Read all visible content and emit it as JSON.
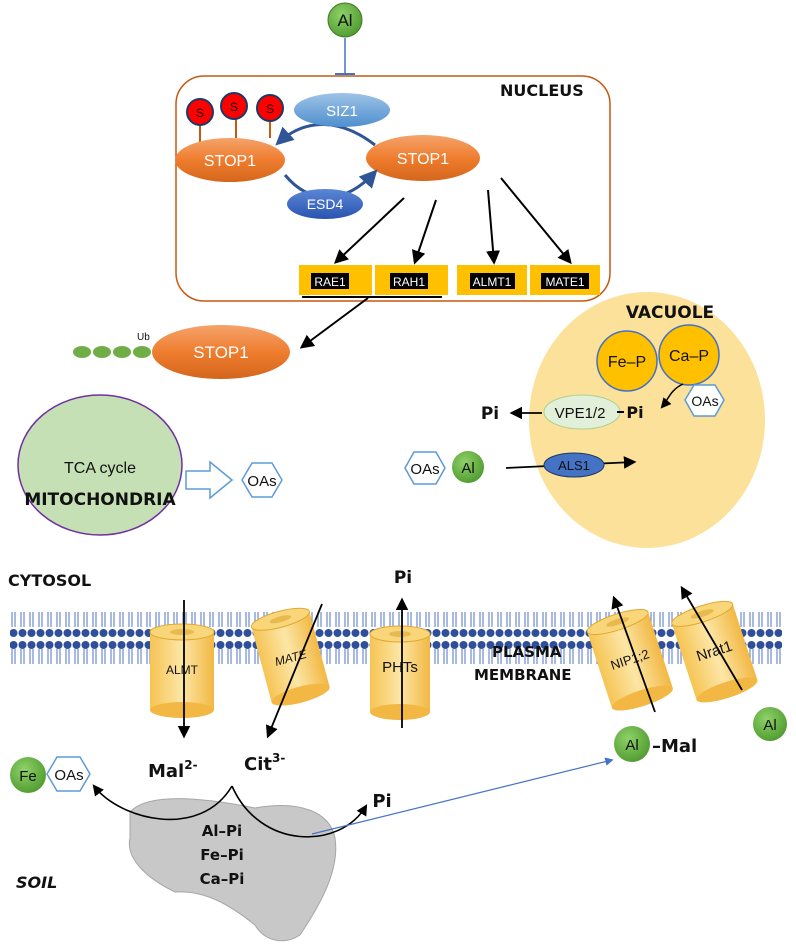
{
  "inhibitor": {
    "label": "Al"
  },
  "nucleus": {
    "title": "NUCLEUS",
    "siz1": "SIZ1",
    "esd4": "ESD4",
    "stop1_left": "STOP1",
    "stop1_right": "STOP1",
    "sumo_label": "S",
    "genes": [
      "RAE1",
      "RAH1",
      "ALMT1",
      "MATE1"
    ]
  },
  "degradation": {
    "ub_label": "Ub",
    "stop1": "STOP1"
  },
  "mitochondria": {
    "title": "MITOCHONDRIA",
    "cycle": "TCA cycle",
    "product": "OAs"
  },
  "vacuole": {
    "title": "VACUOLE",
    "fe_p": "Fe–P",
    "ca_p": "Ca–P",
    "oas": "OAs",
    "vpe": "VPE1/2",
    "pi_inside": "Pi",
    "pi_out": "Pi",
    "als1": "ALS1",
    "cyto_oas": "OAs",
    "cyto_al": "Al"
  },
  "cytosol": {
    "title": "CYTOSOL"
  },
  "membrane": {
    "title_line1": "PLASMA",
    "title_line2": "MEMBRANE",
    "transporters": [
      "ALMT",
      "MATE",
      "PHTs",
      "NIP1;2",
      "Nrat1"
    ],
    "pi_top": "Pi"
  },
  "exudates": {
    "mal": "Mal",
    "mal_charge": "2-",
    "cit": "Cit",
    "cit_charge": "3-",
    "pi": "Pi",
    "fe": "Fe",
    "oas": "OAs",
    "al_mal_al": "Al",
    "al_mal_mal": "–Mal",
    "free_al": "Al"
  },
  "soil": {
    "title": "SOIL",
    "complexes": [
      "Al–Pi",
      "Fe–Pi",
      "Ca–Pi"
    ]
  },
  "colors": {
    "stop1": "#ef7d2e",
    "siz1": "#5b9bd5",
    "esd4": "#2e5fc2",
    "gene_box": "#ffc000",
    "al_ball": "#70ad47",
    "vacuole": "#fbe199",
    "mito": "#c5e0b4",
    "membrane_heads": "#2f4f9a",
    "channel": "#f9d67a",
    "soil": "#c8c8c8"
  }
}
